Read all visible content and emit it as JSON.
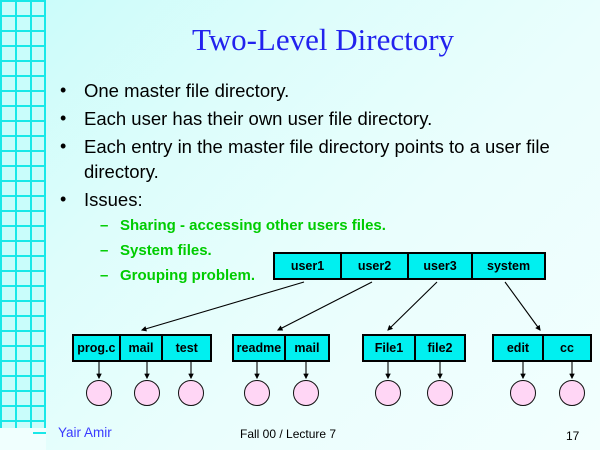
{
  "slide": {
    "title": "Two-Level Directory",
    "background_color": "#e0fffe",
    "title_color": "#2222ee",
    "accent_cyan": "#00f0f0",
    "grid_color": "#19e8e8",
    "subbullet_color": "#00cc00",
    "circle_color": "#ffd6f5"
  },
  "bullets": [
    {
      "mark": "•",
      "text": "One master file directory."
    },
    {
      "mark": "•",
      "text": "Each user has their own user file directory."
    },
    {
      "mark": "•",
      "text": "Each entry in the master file directory points to a user file directory."
    },
    {
      "mark": "•",
      "text": "Issues:"
    }
  ],
  "sub_bullets": [
    {
      "mark": "–",
      "text": "Sharing - accessing other users files."
    },
    {
      "mark": "–",
      "text": "System files."
    },
    {
      "mark": "–",
      "text": "Grouping problem."
    }
  ],
  "diagram": {
    "master_directory": {
      "name": "master-file-directory",
      "cells": [
        "user1",
        "user2",
        "user3",
        "system"
      ]
    },
    "user_directories": [
      {
        "name": "user1-directory",
        "cells": [
          "prog.c",
          "mail",
          "test"
        ]
      },
      {
        "name": "user2-directory",
        "cells": [
          "readme",
          "mail"
        ]
      },
      {
        "name": "user3-directory",
        "cells": [
          "File1",
          "file2"
        ]
      },
      {
        "name": "system-directory",
        "cells": [
          "edit",
          "cc"
        ]
      }
    ],
    "file_node_count": 9
  },
  "footer": {
    "author": "Yair Amir",
    "center": "Fall 00 / Lecture 7",
    "page": "17"
  }
}
